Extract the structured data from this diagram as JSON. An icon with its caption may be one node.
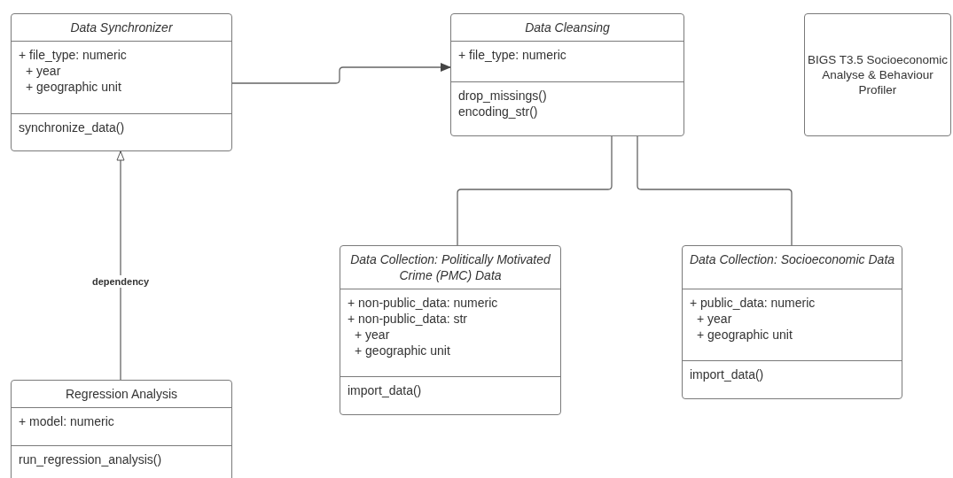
{
  "diagram": {
    "nodes": [
      {
        "text": [
          "Data Synchronizer",
          "+ file_type: numeric",
          "+ year",
          "+ geographic unit",
          "synchronize_data()"
        ]
      },
      {
        "text": [
          "Data Cleansing",
          "+ file_type: numeric",
          "drop_missings()",
          "encoding_str()"
        ]
      },
      {
        "text": [
          "BIGS T3.5 Socioeconomic Analyse & Behaviour Profiler"
        ]
      },
      {
        "text": [
          "Data Collection: Politically Motivated Crime (PMC) Data",
          "+ non-public_data: numeric",
          "+ non-public_data: str",
          "+ year",
          "+ geographic unit",
          "import_data()"
        ]
      },
      {
        "text": [
          "Data Collection: Socioeconomic Data",
          "+ public_data: numeric",
          "+ year",
          "+ geographic unit",
          "import_data()"
        ]
      },
      {
        "text": [
          "Regression Analysis",
          "+ model: numeric",
          "run_regression_analysis()"
        ]
      }
    ],
    "edges": [
      {
        "from": 0,
        "to": 1,
        "arrow": "to"
      },
      {
        "from": 5,
        "to": 0,
        "arrow": "to",
        "label": "dependency"
      },
      {
        "from": 1,
        "to": 3,
        "arrow": "none"
      },
      {
        "from": 1,
        "to": 4,
        "arrow": "none"
      }
    ]
  }
}
